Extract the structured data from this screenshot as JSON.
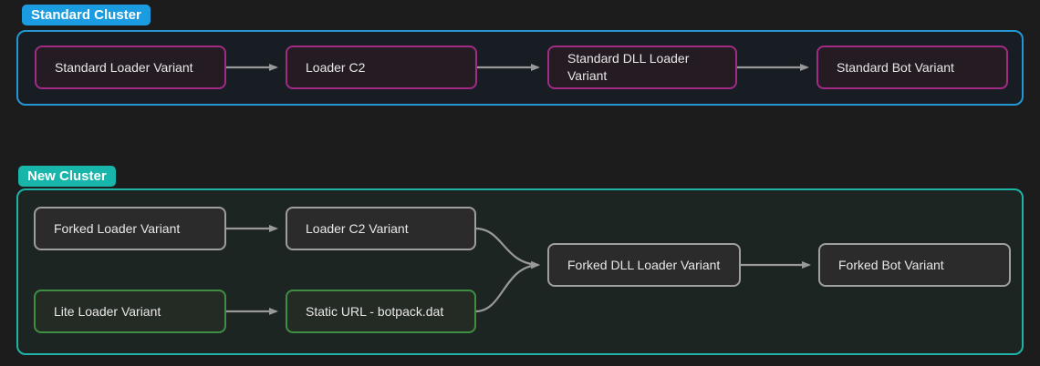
{
  "diagram": {
    "clusters": [
      {
        "label": "Standard Cluster",
        "nodes": [
          {
            "label": "Standard Loader Variant"
          },
          {
            "label": "Loader C2"
          },
          {
            "label": "Standard DLL Loader Variant"
          },
          {
            "label": "Standard Bot Variant"
          }
        ]
      },
      {
        "label": "New Cluster",
        "nodes": [
          {
            "label": "Forked Loader Variant"
          },
          {
            "label": "Loader C2 Variant"
          },
          {
            "label": "Lite Loader Variant"
          },
          {
            "label": "Static URL - botpack.dat"
          },
          {
            "label": "Forked DLL Loader Variant"
          },
          {
            "label": "Forked Bot Variant"
          }
        ]
      }
    ],
    "edges": [
      {
        "from": "Standard Loader Variant",
        "to": "Loader C2"
      },
      {
        "from": "Loader C2",
        "to": "Standard DLL Loader Variant"
      },
      {
        "from": "Standard DLL Loader Variant",
        "to": "Standard Bot Variant"
      },
      {
        "from": "Forked Loader Variant",
        "to": "Loader C2 Variant"
      },
      {
        "from": "Lite Loader Variant",
        "to": "Static URL - botpack.dat"
      },
      {
        "from": "Loader C2 Variant",
        "to": "Forked DLL Loader Variant"
      },
      {
        "from": "Static URL - botpack.dat",
        "to": "Forked DLL Loader Variant"
      },
      {
        "from": "Forked DLL Loader Variant",
        "to": "Forked Bot Variant"
      }
    ]
  },
  "colors": {
    "page_bg": "#1c1c1c",
    "edge": "#999999",
    "node_text": "#e8e8e8",
    "standard_accent": "#1b9ce0",
    "standard_cluster_border": "#2496d4",
    "standard_cluster_bg": "#171d22",
    "standard_node_border": "#a22b85",
    "standard_node_bg": "#241b23",
    "new_accent": "#17b5aa",
    "new_cluster_border": "#1fb2a6",
    "new_cluster_bg": "#1d2522",
    "gray_node_border": "#9e9e9e",
    "gray_node_bg": "#2b2b2b",
    "green_node_border": "#3f8e44",
    "green_node_bg": "#242a24"
  }
}
